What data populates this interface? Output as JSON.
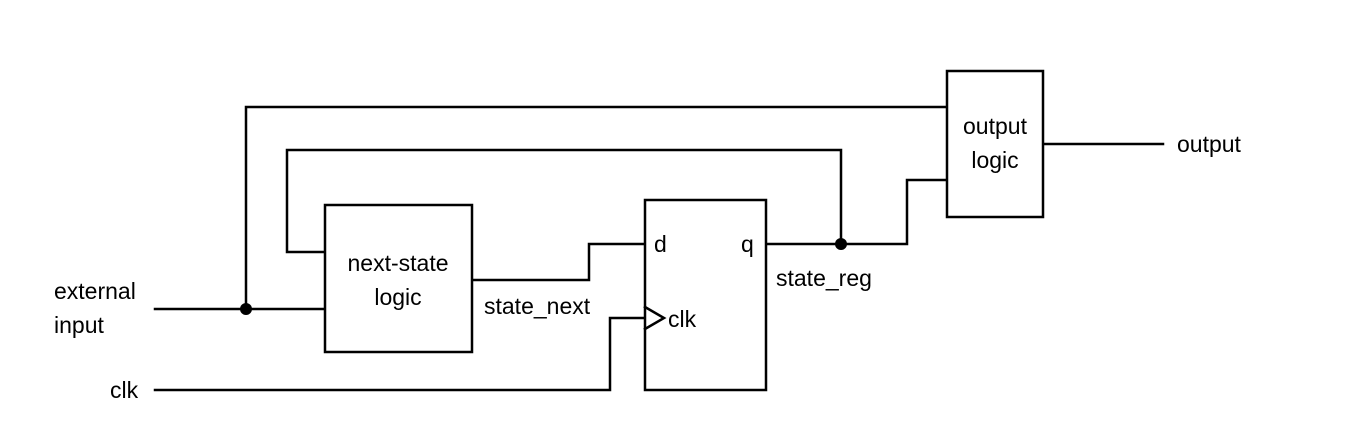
{
  "blocks": {
    "next_state_logic": {
      "line1": "next-state",
      "line2": "logic"
    },
    "state_register": {
      "d_port": "d",
      "q_port": "q",
      "clk_port": "clk"
    },
    "output_logic": {
      "line1": "output",
      "line2": "logic"
    }
  },
  "signals": {
    "external_input_line1": "external",
    "external_input_line2": "input",
    "clk": "clk",
    "state_next": "state_next",
    "state_reg": "state_reg",
    "output": "output"
  },
  "colors": {
    "line": "#000000",
    "background": "#ffffff"
  }
}
